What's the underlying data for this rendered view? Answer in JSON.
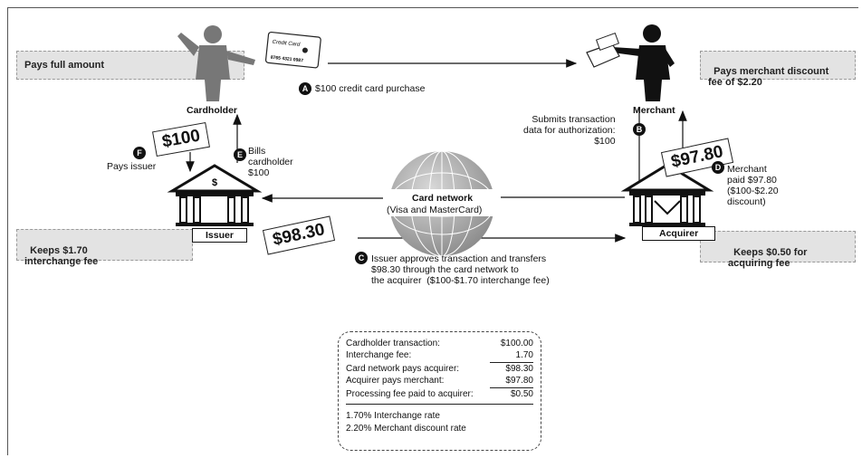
{
  "boxes": {
    "cardholder": "Pays full amount",
    "merchant": "Pays merchant discount\nfee of $2.20",
    "issuer": "Keeps $1.70\ninterchange fee",
    "acquirer": "Keeps $0.50 for\nacquiring fee"
  },
  "actors": {
    "cardholder": "Cardholder",
    "merchant": "Merchant",
    "issuer": "Issuer",
    "acquirer": "Acquirer"
  },
  "network": {
    "title": "Card network",
    "subtitle": "(Visa and MasterCard)"
  },
  "card_text": {
    "line1": "Credit Card",
    "line2": "8765 4321 0987"
  },
  "bank_symbol": "$",
  "money": {
    "issuer": "$100",
    "acquirer": "$97.80",
    "transfer": "$98.30"
  },
  "steps": {
    "A": {
      "letter": "A",
      "text": "$100 credit card purchase"
    },
    "B": {
      "letter": "B",
      "text": "Submits transaction\ndata for authorization:\n$100"
    },
    "C": {
      "letter": "C",
      "text": "Issuer approves transaction and transfers\n$98.30 through the card network to\nthe acquirer  ($100-$1.70 interchange fee)"
    },
    "D": {
      "letter": "D",
      "text": "Merchant\npaid $97.80\n($100-$2.20\ndiscount)"
    },
    "E": {
      "letter": "E",
      "text": "Bills\ncardholder\n$100"
    },
    "F": {
      "letter": "F",
      "text": "Pays issuer"
    }
  },
  "ledger": {
    "rows": [
      {
        "label": "Cardholder transaction:",
        "amount": "$100.00"
      },
      {
        "label": "Interchange fee:",
        "amount": "1.70"
      },
      {
        "label": "Card network pays acquirer:",
        "amount": "$98.30"
      },
      {
        "label": "Acquirer pays merchant:",
        "amount": "$97.80"
      },
      {
        "label": "Processing fee paid to acquirer:",
        "amount": "$0.50"
      }
    ],
    "notes": [
      "1.70% Interchange rate",
      "2.20% Merchant discount rate"
    ]
  }
}
